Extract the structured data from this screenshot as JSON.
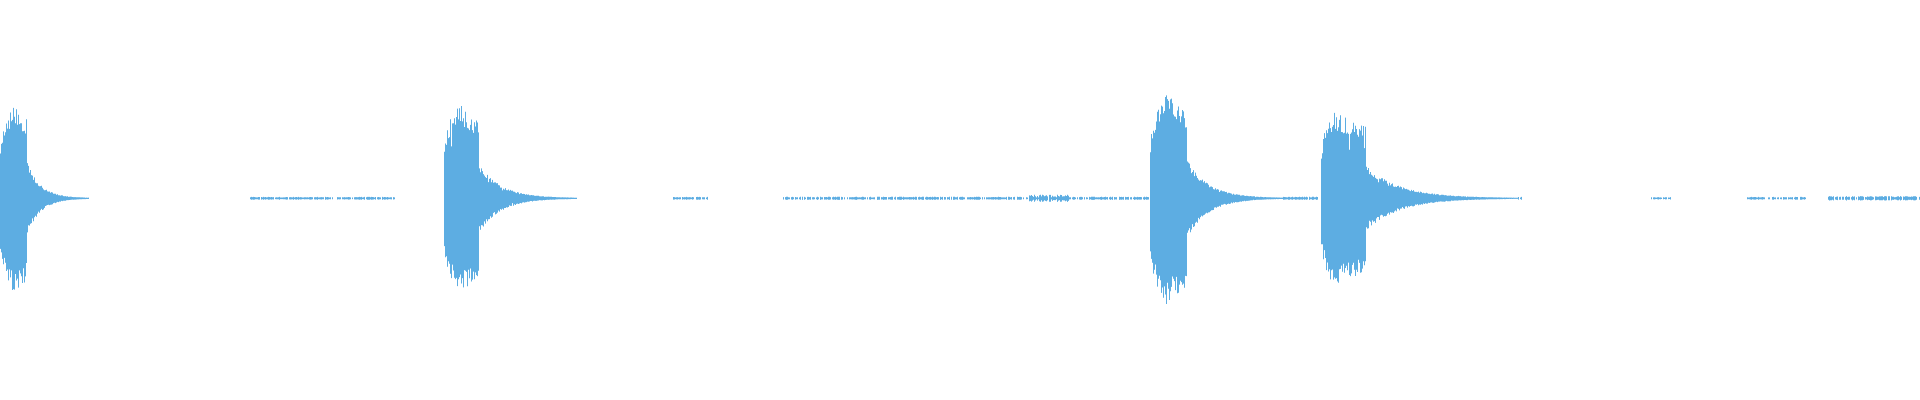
{
  "waveform": {
    "color": "#5dade2",
    "background": "#ffffff",
    "time_range": [
      0,
      1
    ],
    "amplitude_range": [
      -1,
      1
    ],
    "bursts": [
      {
        "start": 0.0,
        "peak_time": 0.007,
        "end": 0.046,
        "pos_amp": 0.5,
        "neg_amp": 0.51
      },
      {
        "start": 0.231,
        "peak_time": 0.238,
        "end": 0.3,
        "pos_amp": 0.5,
        "neg_amp": 0.5
      },
      {
        "start": 0.599,
        "peak_time": 0.607,
        "end": 0.668,
        "pos_amp": 0.55,
        "neg_amp": 0.56
      },
      {
        "start": 0.688,
        "peak_time": 0.694,
        "end": 0.79,
        "pos_amp": 0.46,
        "neg_amp": 0.46
      }
    ],
    "low_level_segments": [
      {
        "start": 0.13,
        "end": 0.205,
        "amp": 0.006
      },
      {
        "start": 0.35,
        "end": 0.368,
        "amp": 0.006
      },
      {
        "start": 0.408,
        "end": 0.598,
        "amp": 0.007
      },
      {
        "start": 0.536,
        "end": 0.556,
        "amp": 0.018
      },
      {
        "start": 0.668,
        "end": 0.688,
        "amp": 0.007
      },
      {
        "start": 0.79,
        "end": 0.792,
        "amp": 0.006
      },
      {
        "start": 0.86,
        "end": 0.87,
        "amp": 0.005
      },
      {
        "start": 0.91,
        "end": 0.94,
        "amp": 0.006
      },
      {
        "start": 0.952,
        "end": 1.0,
        "amp": 0.01
      }
    ]
  }
}
